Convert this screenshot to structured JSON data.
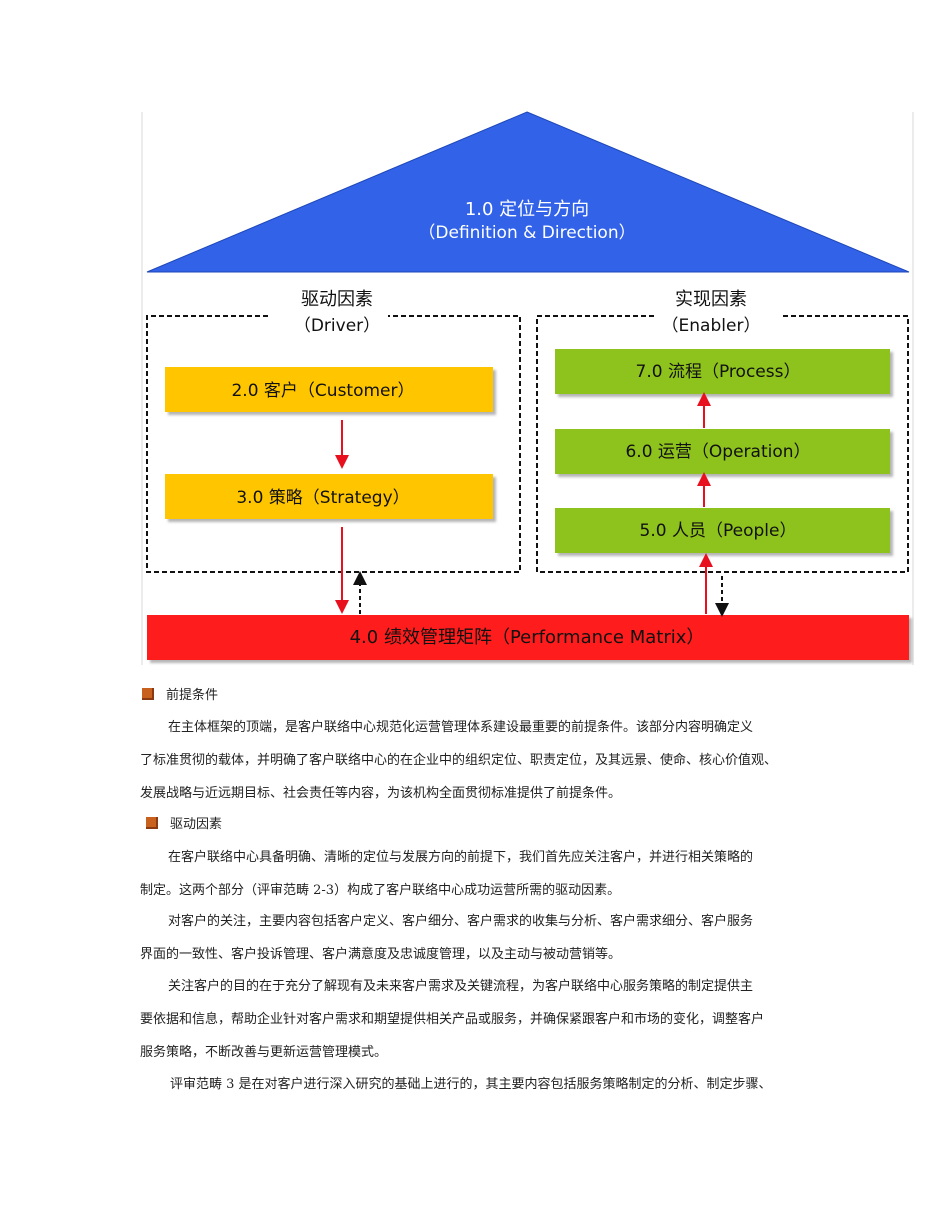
{
  "diagram": {
    "top": {
      "line1": "1.0  定位与方向",
      "line2": "（Definition & Direction）"
    },
    "driver": {
      "title": "驱动因素",
      "subtitle": "（Driver）",
      "boxes": [
        "2.0  客户（Customer）",
        "3.0  策略（Strategy）"
      ]
    },
    "enabler": {
      "title": "实现因素",
      "subtitle": "（Enabler）",
      "boxes": [
        "7.0  流程（Process）",
        "6.0  运营（Operation）",
        "5.0  人员（People）"
      ]
    },
    "bottom": "4.0 绩效管理矩阵（Performance Matrix）",
    "colors": {
      "triangle": "#3162e8",
      "driver_box": "#ffc600",
      "enabler_box": "#8ec21f",
      "bottom_bar": "#ff1a1a",
      "arrow": "#e8101e"
    }
  },
  "sections": [
    {
      "heading": "前提条件",
      "lines": [
        "在主体框架的顶端，是客户联络中心规范化运营管理体系建设最重要的前提条件。该部分内容明确定义",
        "了标准贯彻的载体，并明确了客户联络中心的在企业中的组织定位、职责定位，及其远景、使命、核心价值观、",
        "发展战略与近远期目标、社会责任等内容，为该机构全面贯彻标准提供了前提条件。"
      ]
    },
    {
      "heading": "驱动因素",
      "lines": [
        "在客户联络中心具备明确、清晰的定位与发展方向的前提下，我们首先应关注客户，并进行相关策略的",
        "制定。这两个部分（评审范畴 2-3）构成了客户联络中心成功运营所需的驱动因素。",
        "对客户的关注，主要内容包括客户定义、客户细分、客户需求的收集与分析、客户需求细分、客户服务",
        "界面的一致性、客户投诉管理、客户满意度及忠诚度管理，以及主动与被动营销等。",
        "关注客户的目的在于充分了解现有及未来客户需求及关键流程，为客户联络中心服务策略的制定提供主",
        "要依据和信息，帮助企业针对客户需求和期望提供相关产品或服务，并确保紧跟客户和市场的变化，调整客户",
        "服务策略，不断改善与更新运营管理模式。",
        "评审范畴  3  是在对客户进行深入研究的基础上进行的，其主要内容包括服务策略制定的分析、制定步骤、"
      ]
    }
  ]
}
